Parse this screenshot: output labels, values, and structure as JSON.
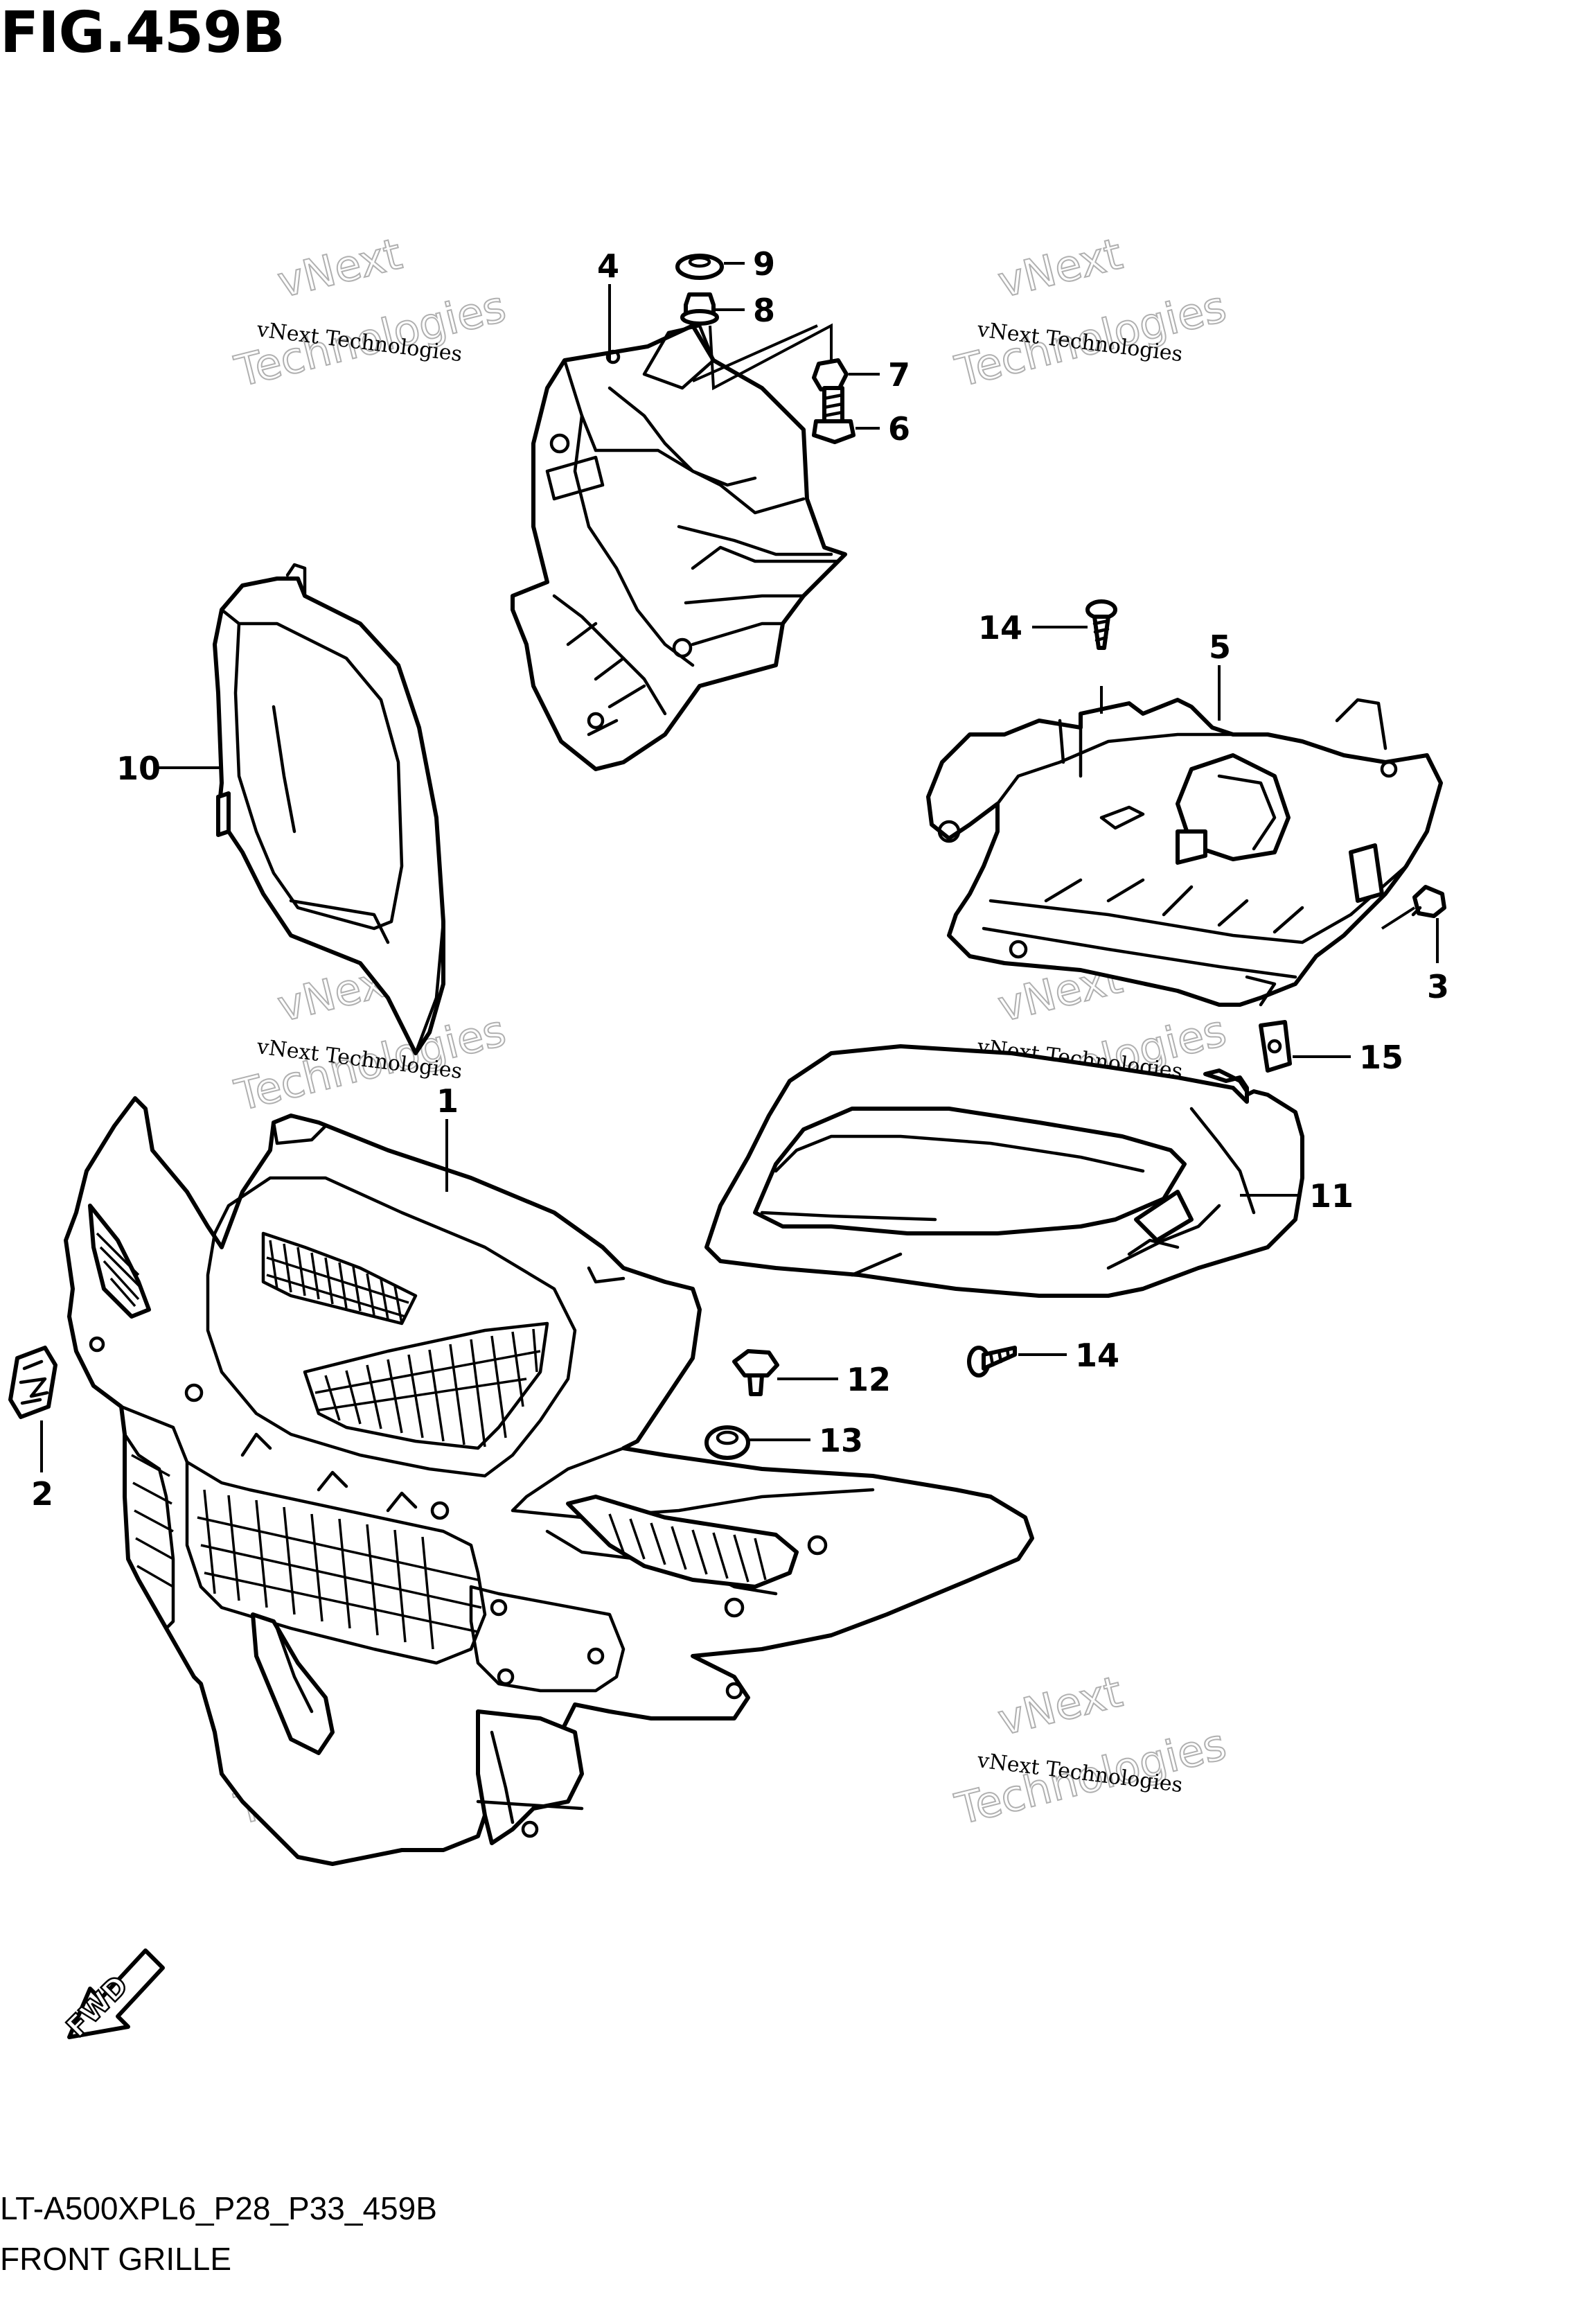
{
  "figure": {
    "title": "FIG.459B",
    "model_code": "LT-A500XPL6_P28_P33_459B",
    "section_name": "FRONT GRILLE"
  },
  "callouts": [
    "1",
    "2",
    "3",
    "4",
    "5",
    "6",
    "7",
    "8",
    "9",
    "10",
    "11",
    "12",
    "13",
    "14",
    "14",
    "15"
  ],
  "watermark": {
    "small": "vNext Technologies",
    "large_top": "vNext",
    "large_bottom": "Technologies"
  },
  "fwd_arrow": {
    "label": "FWD"
  },
  "colors": {
    "line": "#000000",
    "background": "#ffffff",
    "watermark_outline": "#b0b0b0"
  }
}
